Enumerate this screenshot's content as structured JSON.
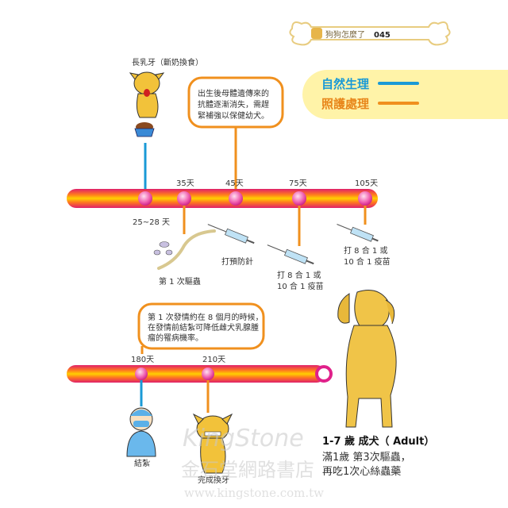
{
  "header": {
    "chapter_title": "狗狗怎麼了",
    "page_number": "045"
  },
  "legend": {
    "items": [
      {
        "label": "自然生理",
        "color": "#1a9ad6"
      },
      {
        "label": "照護處理",
        "color": "#f0901e"
      }
    ],
    "background": "#fff3a8"
  },
  "colors": {
    "blue": "#1a9ad6",
    "orange": "#f0901e",
    "node": "#e8389a",
    "bar_edge": "#e0206a",
    "bar_center": "#ffb400"
  },
  "stage1": {
    "title": "長乳牙（斷奶換食）",
    "callout": [
      "出生後母體遺傳來的",
      "抗體逐漸消失，需趕",
      "緊補強以保健幼犬。"
    ],
    "marks": [
      {
        "day": "25~28 天"
      },
      {
        "day": "35天",
        "event": [
          "第 1 次驅蟲"
        ]
      },
      {
        "day": "45天",
        "event": [
          "打預防針"
        ]
      },
      {
        "day": "75天",
        "event": [
          "打 8 合 1 或",
          "10 合 1 疫苗"
        ]
      },
      {
        "day": "105天",
        "event": [
          "打 8 合 1 或",
          "10 合 1 疫苗"
        ]
      }
    ]
  },
  "stage2": {
    "callout": [
      "第 1 次發情約在 8 個月的時候，",
      "在發情前結紮可降低雌犬乳腺腫",
      "瘤的罹病機率。"
    ],
    "marks": [
      {
        "day": "180天",
        "event": "結紮"
      },
      {
        "day": "210天",
        "event": "完成換牙"
      }
    ]
  },
  "adult": {
    "title": "1-7 歲  成犬（ Adult）",
    "lines": [
      "滿1歲  第3次驅蟲，",
      "再吃1次心絲蟲藥"
    ]
  },
  "watermark": {
    "brand": "KingStone",
    "name": "金石堂網路書店",
    "url": "www.kingstone.com.tw"
  }
}
